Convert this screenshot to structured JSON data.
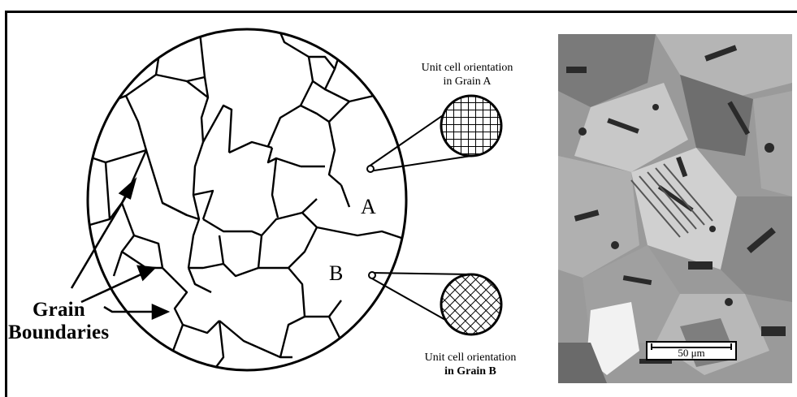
{
  "labels": {
    "grain_line1": "Grain",
    "grain_line2": "Boundaries",
    "grain_a": "A",
    "grain_b": "B",
    "caption_a_line1": "Unit cell orientation",
    "caption_a_line2": "in Grain A",
    "caption_b_line1": "Unit cell orientation",
    "caption_b_line2": "in Grain B",
    "scale_bar": "50 μm"
  },
  "colors": {
    "line": "#000000",
    "background": "#ffffff",
    "micrograph_mid": "#9a9a9a"
  }
}
